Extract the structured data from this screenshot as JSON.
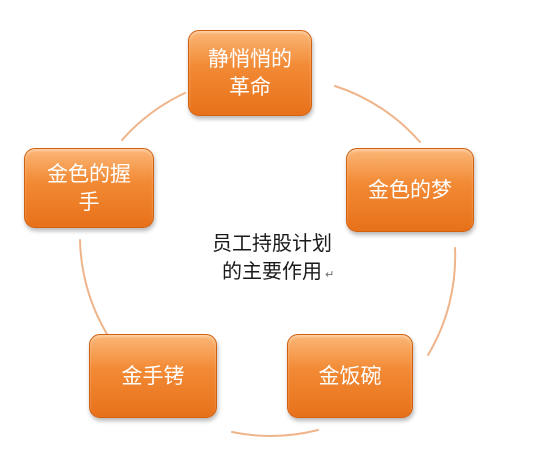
{
  "diagram": {
    "center": {
      "line1": "员工持股计划",
      "line2": "的主要作用"
    },
    "nodes": [
      {
        "id": "top",
        "label": "静悄悄的\n革命"
      },
      {
        "id": "right",
        "label": "金色的梦"
      },
      {
        "id": "left",
        "label": "金色的握\n手"
      },
      {
        "id": "bottom-left",
        "label": "金手铐"
      },
      {
        "id": "bottom-right",
        "label": "金饭碗"
      }
    ],
    "colors": {
      "node_fill_top": "#fbb777",
      "node_fill_bottom": "#e8711a",
      "node_border": "#d2600f",
      "ring": "#f0b48a",
      "node_text": "#ffffff"
    },
    "icons": [
      "paragraph-return-icon"
    ]
  }
}
